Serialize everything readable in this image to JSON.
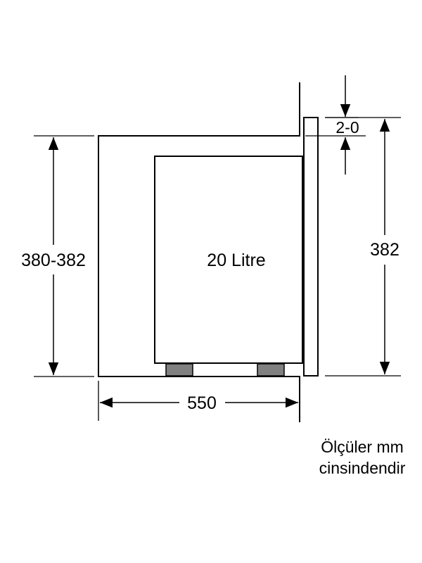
{
  "diagram": {
    "inner_label": "20 Litre",
    "dimensions": {
      "left_height": "380-382",
      "right_height": "382",
      "bottom_width": "550",
      "top_gap": "2-0"
    },
    "note": {
      "line1": "Ölçüler mm",
      "line2": "cinsindendir"
    },
    "colors": {
      "line": "#000000",
      "feet": "#808080",
      "background": "#ffffff"
    }
  }
}
